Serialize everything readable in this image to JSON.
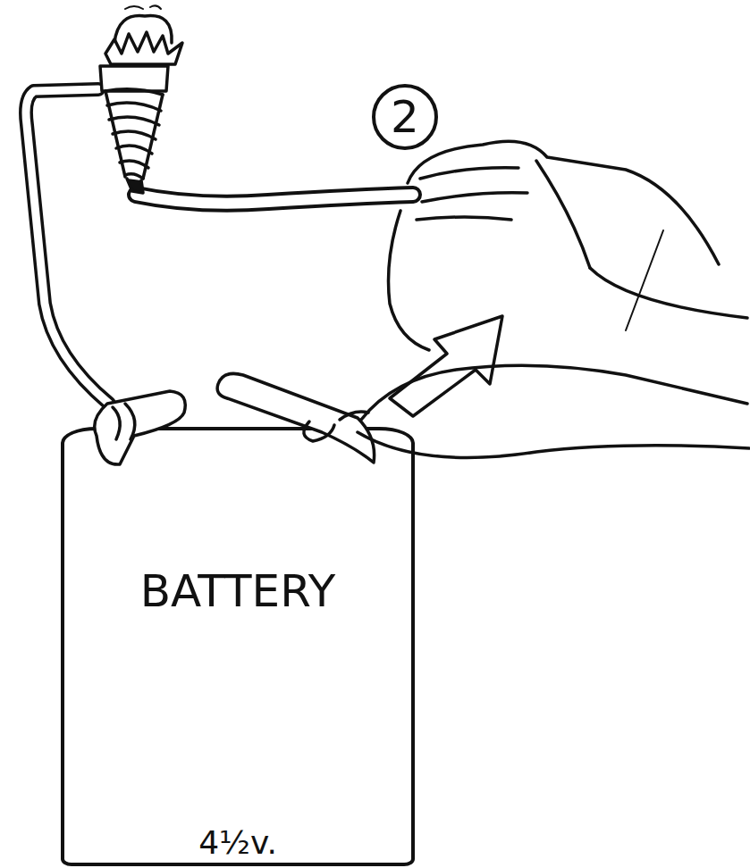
{
  "diagram": {
    "nodes": [
      {
        "text": [
          "2"
        ]
      },
      {
        "text": [
          "BATTERY",
          "4½v."
        ]
      }
    ]
  }
}
